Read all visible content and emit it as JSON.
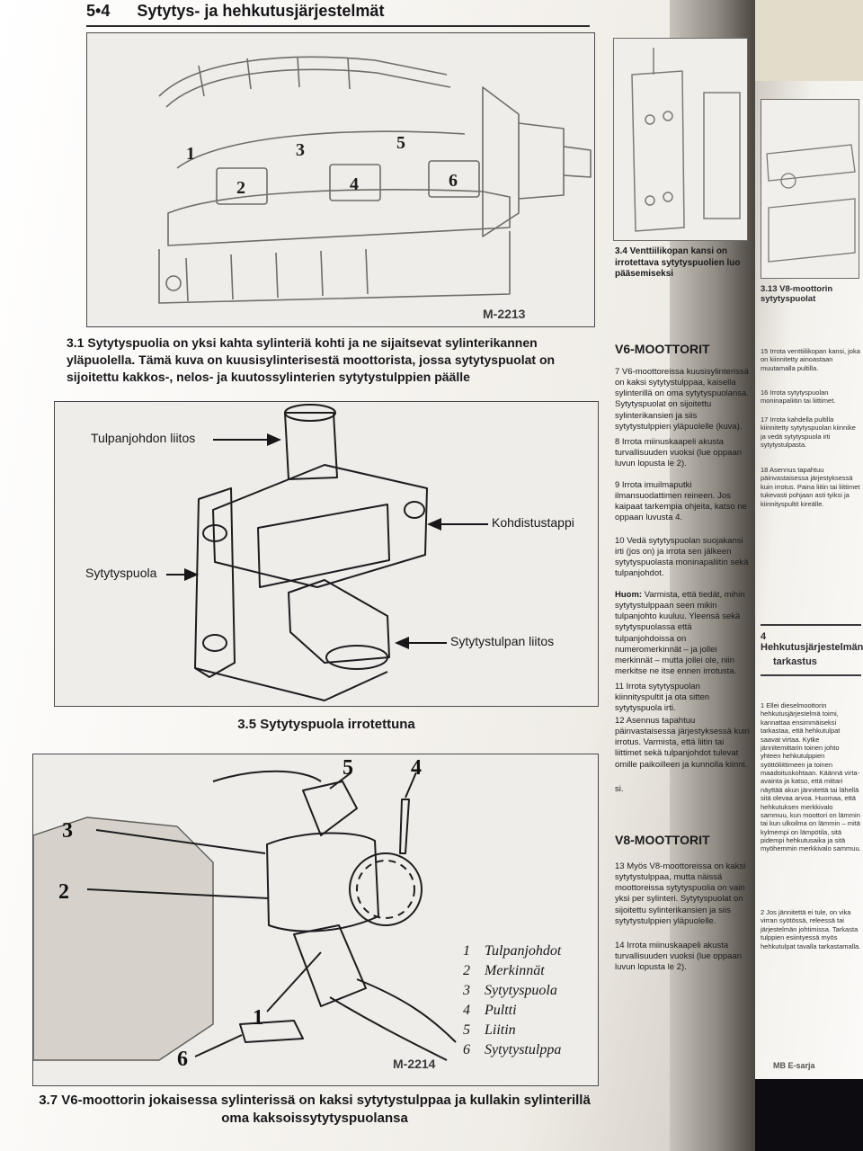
{
  "page": {
    "folio": "5•4",
    "chapter_title": "Sytytys- ja hehkutusjärjestelmät",
    "footer_right": "MB E-sarja"
  },
  "figures": {
    "fig_3_1": {
      "ref_number": "M-2213",
      "callout_numbers": [
        "1",
        "2",
        "3",
        "4",
        "5",
        "6"
      ],
      "caption": "3.1  Sytytyspuolia on yksi kahta sylinteriä kohti ja ne sijaitsevat sylinterikannen yläpuolella. Tämä kuva on kuusisylinterisestä moottorista, jossa sytytyspuolat on sijoitettu kakkos-, nelos- ja kuutossylinterien sytytystulppien päälle"
    },
    "fig_3_5": {
      "caption": "3.5   Sytytyspuola irrotettuna",
      "labels": {
        "top_left": "Tulpanjohdon liitos",
        "right_top": "Kohdistustappi",
        "left": "Sytytyspuola",
        "right_bottom": "Sytytystulpan liitos"
      }
    },
    "fig_3_7": {
      "ref_number": "M-2214",
      "callout_numbers": [
        "1",
        "2",
        "3",
        "4",
        "5",
        "6"
      ],
      "legend": [
        {
          "n": "1",
          "label": "Tulpanjohdot"
        },
        {
          "n": "2",
          "label": "Merkinnät"
        },
        {
          "n": "3",
          "label": "Sytytyspuola"
        },
        {
          "n": "4",
          "label": "Pultti"
        },
        {
          "n": "5",
          "label": "Liitin"
        },
        {
          "n": "6",
          "label": "Sytytystulppa"
        }
      ],
      "caption": "3.7  V6-moottorin jokaisessa sylinterissä on kaksi sytytystulppaa ja kullakin sylinterillä oma kaksoissytytyspuolansa"
    }
  },
  "middle_column": {
    "fig_3_4_caption": "3.4  Venttiilikopan kansi on irrotettava sytytyspuolien luo pääsemiseksi",
    "heading_v6": "V6-MOOTTORIT",
    "para_7": "7   V6-moottoreissa kuusisylinterissä on kaksi sytytystulppaa, kaisella sylinterillä on oma sytytyspuolansa. Sytytyspuolat on sijoitettu sylinterikansien ja siis sytytystulppien yläpuolelle (kuva).",
    "para_8": "8   Irrota miinuskaapeli akusta turvallisuuden vuoksi (lue oppaan luvun lopusta le 2).",
    "para_9": "9   Irrota imuilmaputki ilmansuodattimen reineen. Jos kaipaat tarkempia ohjeita, katso ne oppaan luvusta 4.",
    "para_10": "10  Vedä sytytyspuolan suojakansi irti (jos on) ja irrota sen jälkeen sytytyspuolasta moninapaliitin sekä tulpanjohdot.",
    "note_label": "Huom:",
    "note_text": " Varmista, että tiedät, mihin sytytystulppaan seen mikin tulpanjohto kuuluu. Yleensä sekä sytytyspuolassa että tulpanjohdoissa on numeromerkinnät – ja jollei merkinnät – mutta jollei ole, niin merkitse ne itse ennen irrotusta.",
    "para_11": "11  Irrota sytytyspuolan kiinnityspultit ja ota sitten sytytyspuola irti.",
    "para_12": "12  Asennus tapahtuu päinvastaisessa järjestyksessä kuin irrotus. Varmista, että liitin tai liittimet sekä tulpanjohdot tulevat omille paikoilleen ja kunnolla kiinni.",
    "para_12_end": "si.",
    "heading_v8": "V8-MOOTTORIT",
    "para_13": "13  Myös V8-moottoreissa on kaksi sytytystulppaa, mutta näissä moottoreissa sytytyspuolia on vain yksi per sylinteri. Sytytyspuolat on sijoitettu sylinterikansien ja siis sytytystulppien yläpuolelle.",
    "para_14": "14  Irrota miinuskaapeli akusta turvallisuuden vuoksi (lue oppaan luvun lopusta le 2)."
  },
  "right_page": {
    "fig_3_13_caption": "3.13  V8-moottorin sytytyspuolat",
    "para_15": "15  Irrota venttiilikopan kansi, joka on kiinnitetty ainoastaan muutamalla pultilla.",
    "para_16": "16  Irrota sytytyspuolan moninapaliitin tai liittimet.",
    "para_17": "17  Irrota kahdella pultilla kiinnitetty sytytyspuolan kiinnike ja vedä sytytyspuola irti sytytystulpasta.",
    "para_18": "18  Asennus tapahtuu päinvastaisessa järjestyksessä kuin irrotus. Paina liitin tai liittimet tukevasti pohjaan asti tyiksi ja kiinnityspultit kireälle.",
    "section_heading_line1": "4   Hehkutusjärjestelmän",
    "section_heading_line2": "tarkastus",
    "para_s1": "1   Ellei dieselmoottorin hehkutusjärjestelmä toimi, kannattaa ensimmäiseksi tarkastaa, että hehkutulpat saavat virtaa. Kytke jännitemittarin toinen johto yhteen hehkutulppien syöttöliittimeen ja toinen maadoituskohtaan. Käännä virta-avainta ja katso, että mittari näyttää akun jännitettä tai lähellä sitä olevaa arvoa. Huomaa, että hehkutuksen merkkivalo sammuu, kun moottori on lämmin tai kun ulkoilma on lämmin – mitä kylmempi on lämpötila, sitä pidempi hehkutusaika ja sitä myöhemmin merkkivalo sammuu.",
    "para_s2": "2   Jos jännitettä ei tule, on vika virran syötössä, releessä tai järjestelmän johtimissa. Tarkasta tulppien esiintyessä myös hehkutulpat tavalla tarkastamalla."
  }
}
